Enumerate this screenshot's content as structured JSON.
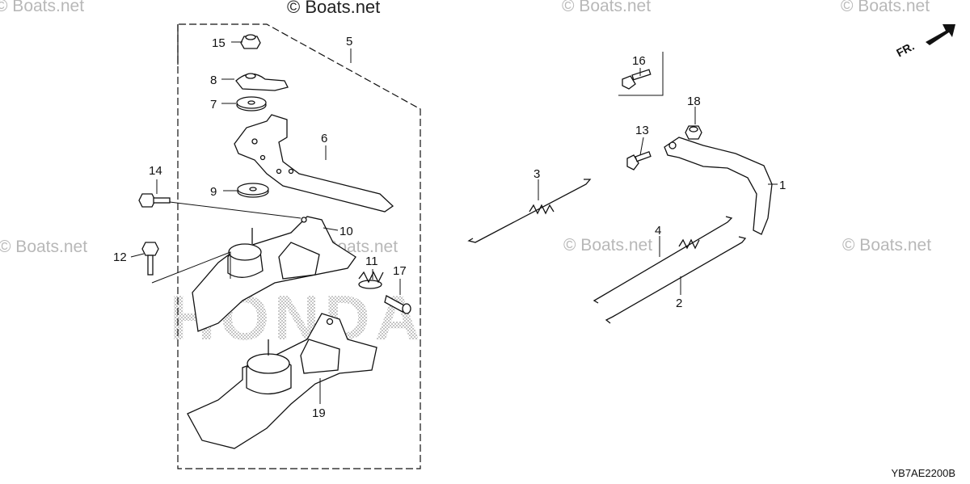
{
  "watermark": {
    "top": "© Boats.net",
    "repeat": "© Boats.net"
  },
  "diagram_code": "YB7AE2200B",
  "front_arrow": "FR.",
  "brand_overlay": "HONDA",
  "callouts": [
    "1",
    "2",
    "3",
    "4",
    "5",
    "6",
    "7",
    "8",
    "9",
    "10",
    "11",
    "12",
    "13",
    "14",
    "15",
    "16",
    "17",
    "18",
    "19"
  ]
}
